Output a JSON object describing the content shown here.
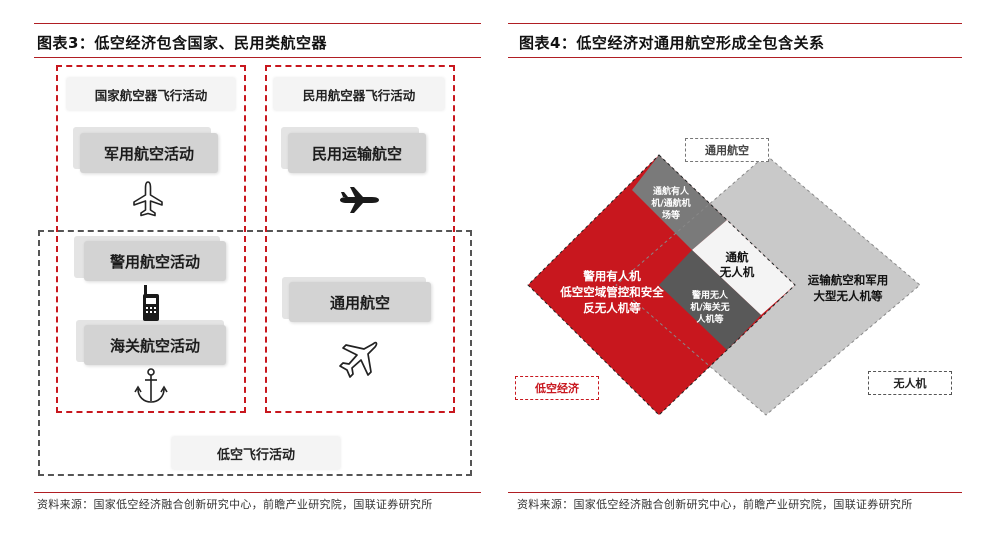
{
  "figure3": {
    "title": "图表3：低空经济包含国家、民用类航空器",
    "state_header": "国家航空器飞行活动",
    "civil_header": "民用航空器飞行活动",
    "military": "军用航空活动",
    "civil_transport": "民用运输航空",
    "police": "警用航空活动",
    "customs": "海关航空活动",
    "general": "通用航空",
    "low_alt_flight": "低空飞行活动",
    "source": "资料来源：国家低空经济融合创新研究中心，前瞻产业研究院，国联证券研究所"
  },
  "figure4": {
    "title": "图表4：低空经济对通用航空形成全包含关系",
    "general_aviation_tag": "通用航空",
    "low_alt_economy_tag": "低空经济",
    "uav_tag": "无人机",
    "red_region": [
      "警用有人机",
      "低空空域管控和安全",
      "反无人机等"
    ],
    "top_region": [
      "通航有人",
      "机/通航机",
      "场等"
    ],
    "center_region": [
      "通航",
      "无人机"
    ],
    "lower_region": [
      "警用无人",
      "机/海关无",
      "人机等"
    ],
    "right_region": [
      "运输航空和军用",
      "大型无人机等"
    ],
    "source": "资料来源：国家低空经济融合创新研究中心，前瞻产业研究院，国联证券研究所"
  },
  "colors": {
    "accent_red": "#c8171e",
    "rule_red": "#b01e23",
    "gray_light": "#c9c9c9",
    "gray_mid": "#7a7a7a",
    "gray_dark": "#595959"
  },
  "icons": [
    "airplane-top-icon",
    "airplane-side-icon",
    "walkie-talkie-icon",
    "anchor-icon",
    "airplane-takeoff-icon"
  ]
}
